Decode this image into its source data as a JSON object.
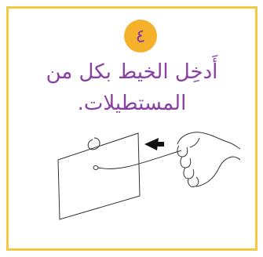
{
  "card": {
    "step_number": "٤",
    "instruction_line1": "أَدخِل الخيط بكل من",
    "instruction_line2": "المستطيلات."
  },
  "colors": {
    "border": "#f5c842",
    "badge_fill": "#f6b12a",
    "text": "#8a3fa3"
  },
  "illustration": {
    "arrow_icon": "left-arrow-icon",
    "hand_icon": "fist-hand-icon"
  }
}
